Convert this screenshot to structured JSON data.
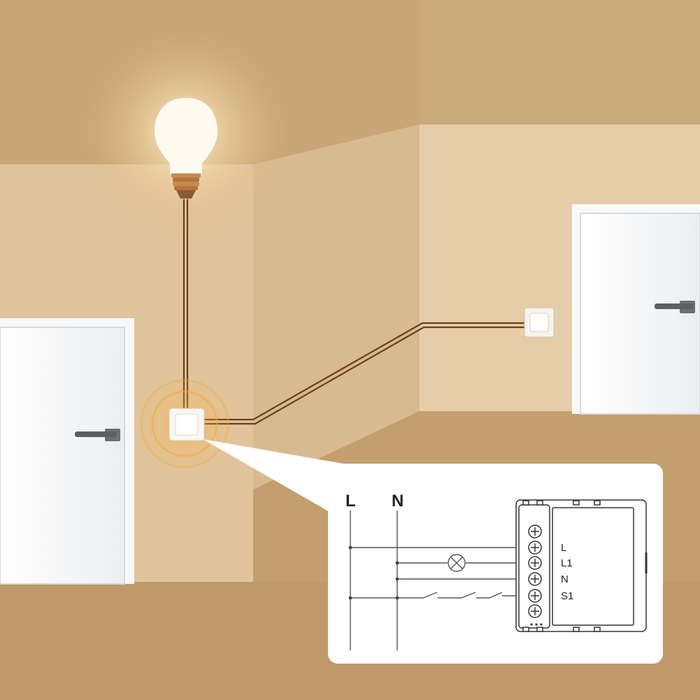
{
  "diagram": {
    "rail_labels": {
      "live": "L",
      "neutral": "N"
    },
    "terminal_labels": [
      "L",
      "L1",
      "N",
      "S1"
    ]
  },
  "colors": {
    "ceiling": "#c8a677",
    "wall_left": "#e2c6a0",
    "wall_middle": "#dcbf98",
    "wall_right": "#e8d0ae",
    "floor": "#c39d6d",
    "wire": "#6a3d1d",
    "glow": "#f2a73a",
    "door": "#f4f5f6",
    "panel": "#ffffff"
  }
}
